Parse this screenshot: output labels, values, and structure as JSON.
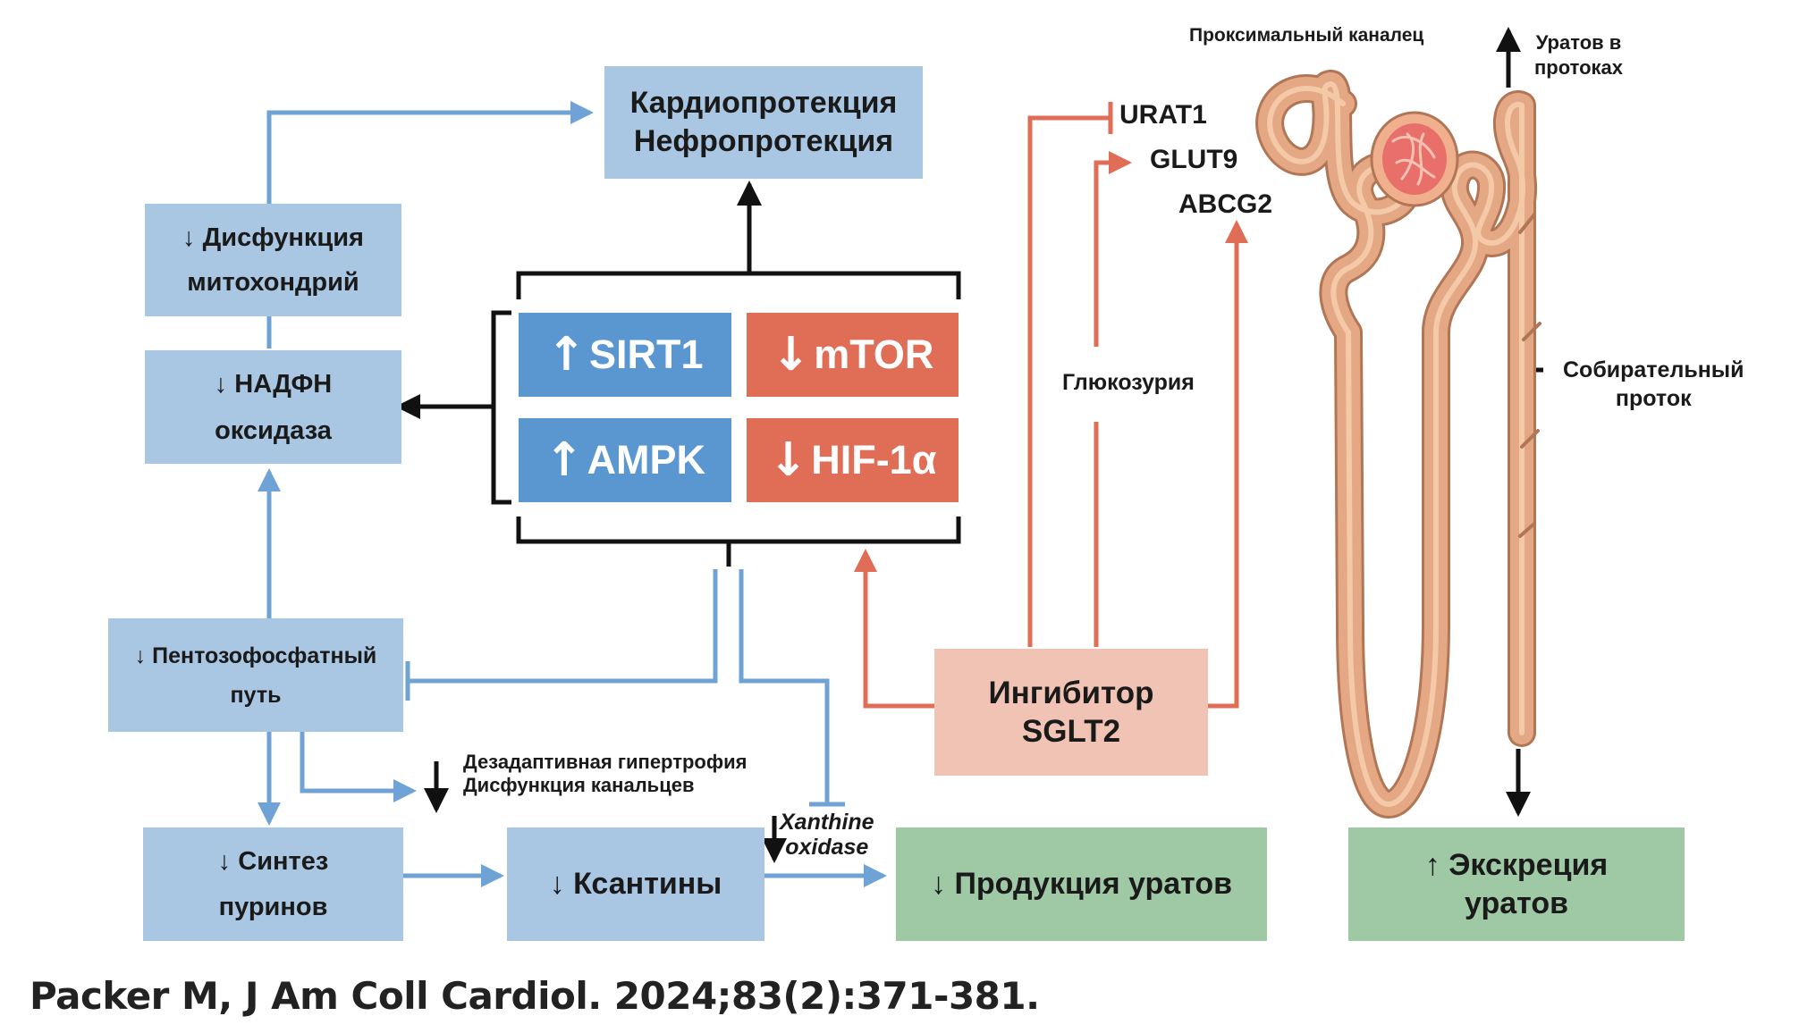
{
  "boxes": {
    "cardio": {
      "line1": "Кардиопротекция",
      "line2": "Нефропротекция"
    },
    "mito": {
      "line1": "↓ Дисфункция",
      "line2": "митохондрий"
    },
    "nadph": {
      "line1": "↓ НАДФН",
      "line2": "оксидаза"
    },
    "pentose": {
      "line1": "↓ Пентозофосфатный",
      "line2": "путь"
    },
    "purine": {
      "line1": "↓ Синтез",
      "line2": "пуринов"
    },
    "xanthines": {
      "line1": "↓ Ксантины"
    },
    "urate_production": {
      "line1": "↓ Продукция уратов"
    },
    "sglt2": {
      "line1": "Ингибитор",
      "line2": "SGLT2"
    },
    "urate_excretion": {
      "line1": "↑ Экскреция",
      "line2": "уратов"
    }
  },
  "signaling": {
    "sirt1": {
      "arrow": "↑",
      "label": "SIRT1"
    },
    "mtor": {
      "arrow": "↓",
      "label": "mTOR"
    },
    "ampk": {
      "arrow": "↑",
      "label": "AMPK"
    },
    "hif": {
      "arrow": "↓",
      "label": "HIF-1α"
    }
  },
  "labels": {
    "maladaptive": {
      "line1": "Дезадаптивная гипертрофия",
      "line2": "Дисфункция канальцев"
    },
    "xanthine_oxidase": {
      "line1": "Xanthine",
      "line2": "oxidase"
    },
    "glucosuria": "Глюкозурия",
    "urat1": "URAT1",
    "glut9": "GLUT9",
    "abcg2": "ABCG2",
    "proximal_tubule": "Проксимальный каналец",
    "urates_in_ducts": {
      "line1": "Уратов  в",
      "line2": "протоках"
    },
    "collecting_duct": {
      "line1": "Собирательный",
      "line2": "проток"
    }
  },
  "citation": "Packer M, J Am Coll Cardiol. 2024;83(2):371-381.",
  "colors": {
    "box_blue": "#a9c6e3",
    "box_green": "#9fc8a4",
    "box_pink": "#f1c3b4",
    "tile_blue": "#5a97d1",
    "tile_red": "#e06e57",
    "wire_blue": "#6fa3d6",
    "wire_red": "#e06e57",
    "wire_black": "#111111",
    "nephron": "#dca07e",
    "glomerulus": "#e9706a"
  },
  "icons": [
    "nephron-illustration",
    "up-arrow",
    "down-arrow",
    "inhibition-bar"
  ]
}
